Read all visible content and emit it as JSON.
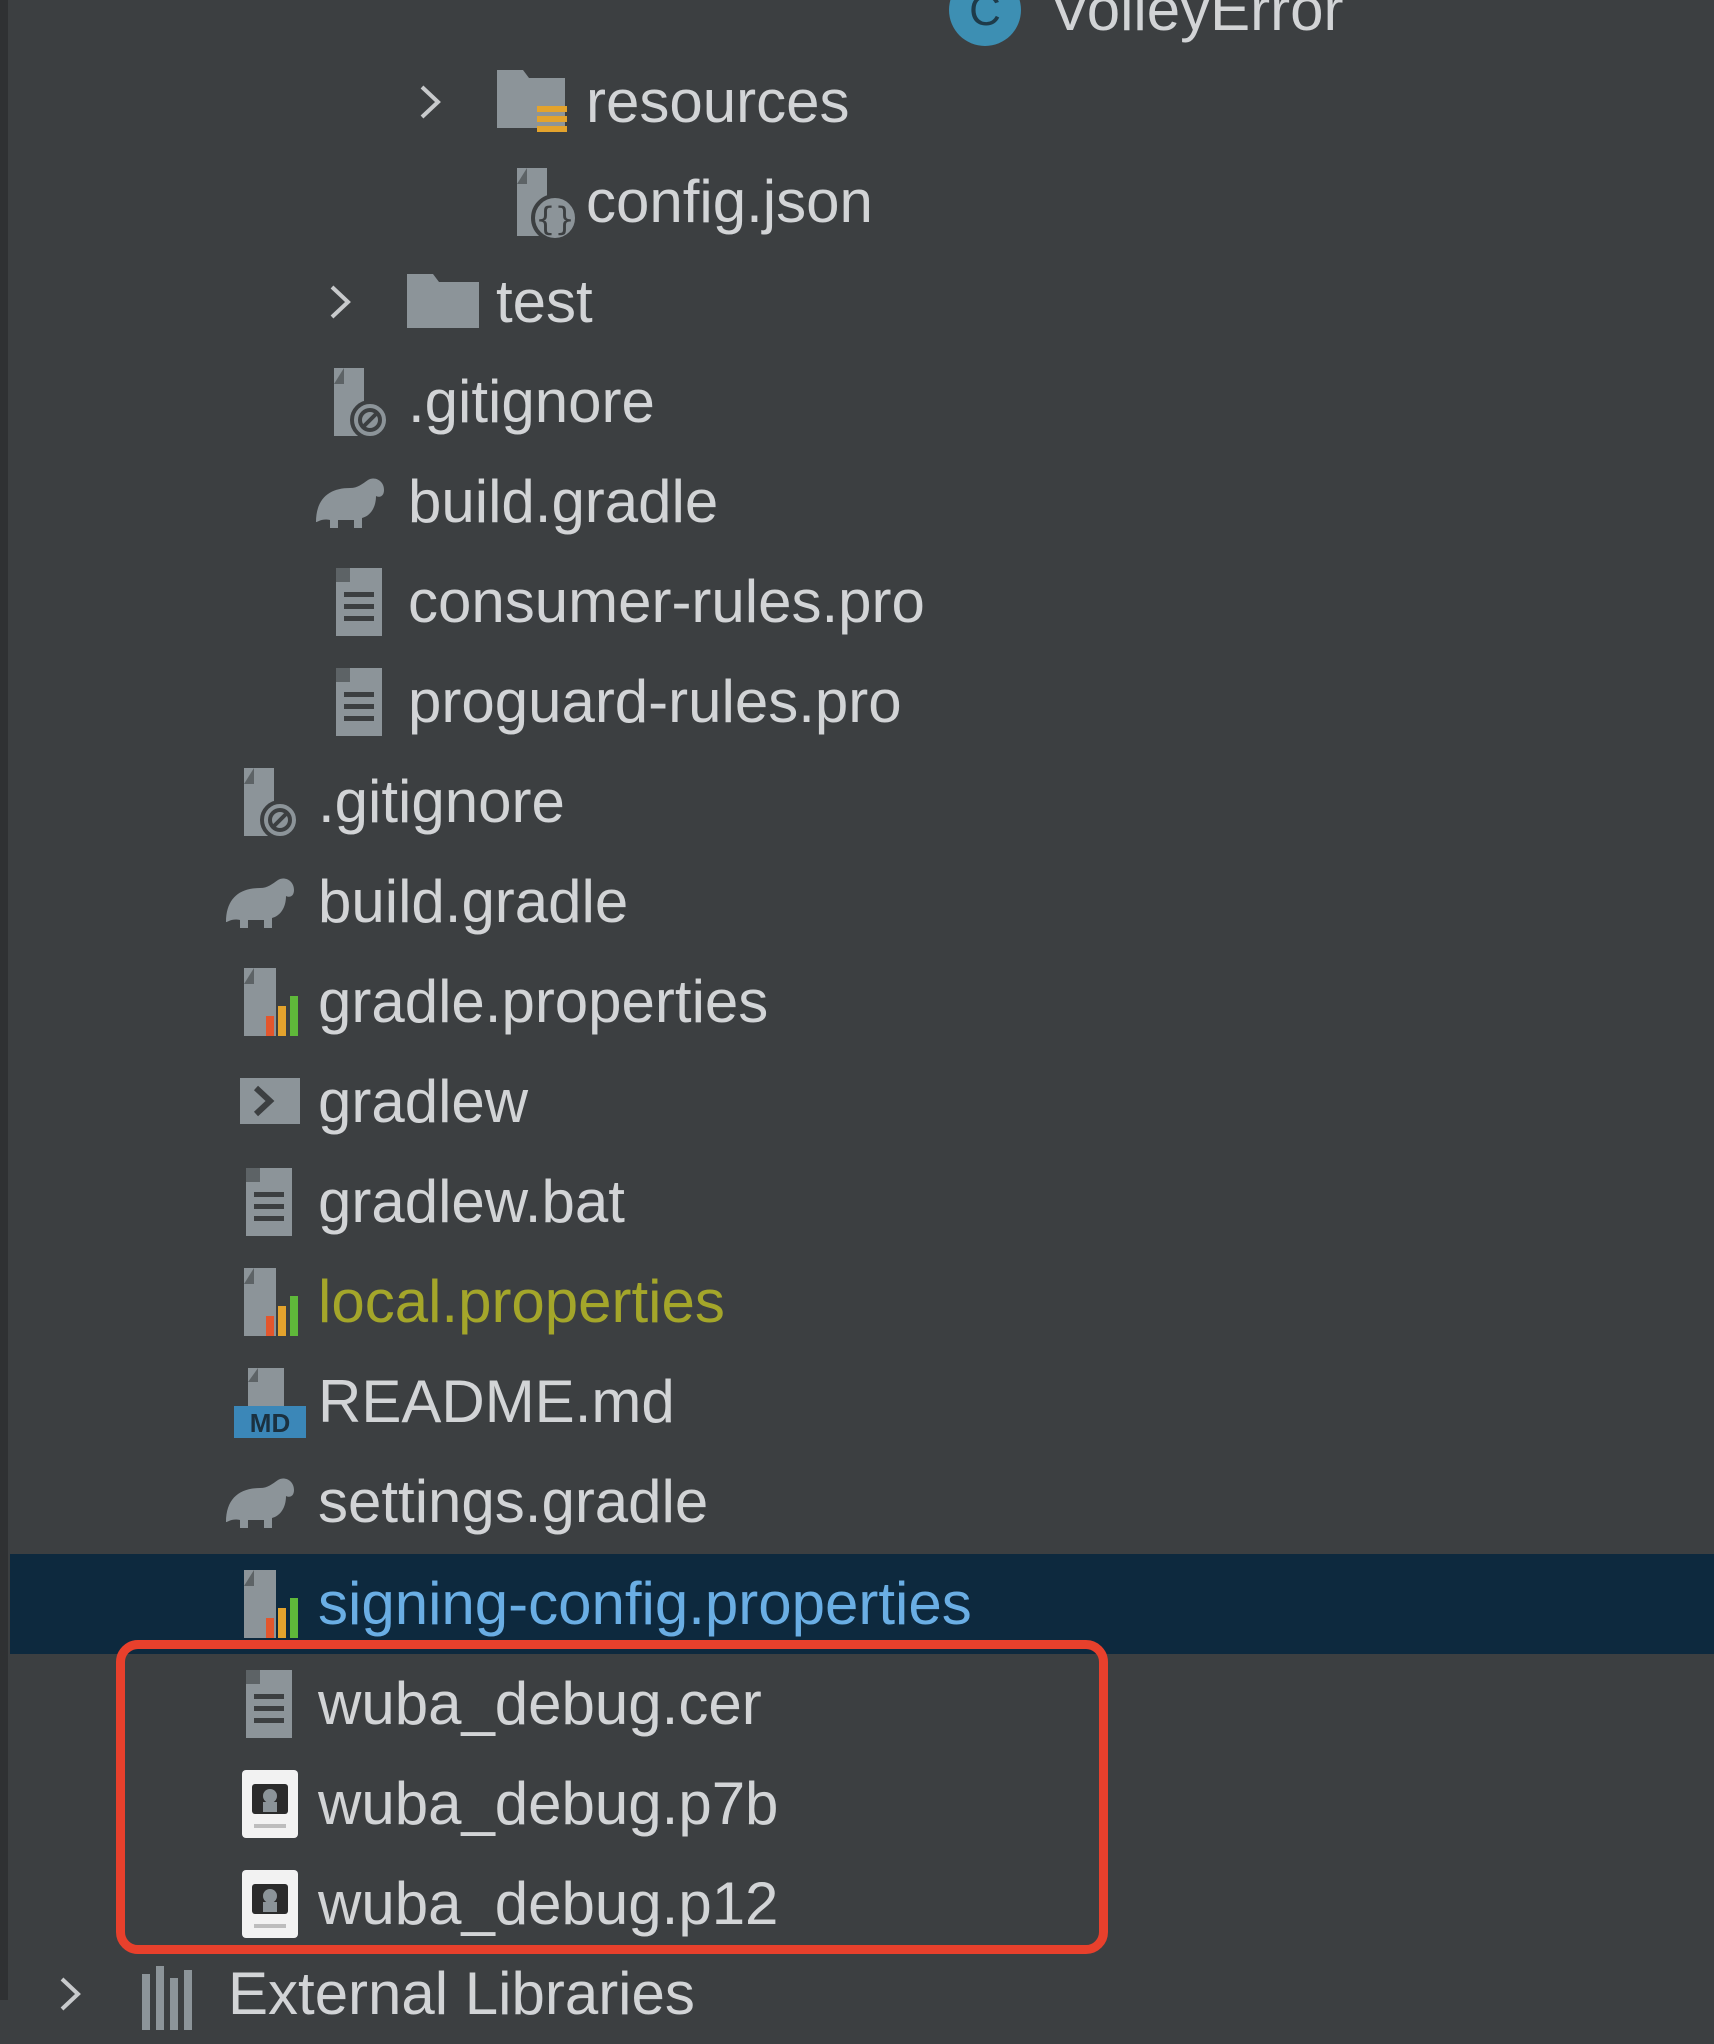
{
  "tree": {
    "top_partial": {
      "label": "VolleyError",
      "icon": "class-icon"
    },
    "items": [
      {
        "label": "resources",
        "icon": "resources-folder-icon",
        "expandable": true
      },
      {
        "label": "config.json",
        "icon": "json-file-icon"
      },
      {
        "label": "test",
        "icon": "folder-icon",
        "expandable": true
      },
      {
        "label": ".gitignore",
        "icon": "gitignore-file-icon"
      },
      {
        "label": "build.gradle",
        "icon": "gradle-icon"
      },
      {
        "label": "consumer-rules.pro",
        "icon": "text-file-icon"
      },
      {
        "label": "proguard-rules.pro",
        "icon": "text-file-icon"
      },
      {
        "label": ".gitignore",
        "icon": "gitignore-file-icon"
      },
      {
        "label": "build.gradle",
        "icon": "gradle-icon"
      },
      {
        "label": "gradle.properties",
        "icon": "properties-file-icon"
      },
      {
        "label": "gradlew",
        "icon": "shell-script-icon"
      },
      {
        "label": "gradlew.bat",
        "icon": "text-file-icon"
      },
      {
        "label": "local.properties",
        "icon": "properties-file-icon",
        "status": "modified"
      },
      {
        "label": "README.md",
        "icon": "markdown-file-icon"
      },
      {
        "label": "settings.gradle",
        "icon": "gradle-icon"
      },
      {
        "label": "signing-config.properties",
        "icon": "properties-file-icon",
        "selected": true
      },
      {
        "label": "wuba_debug.cer",
        "icon": "text-file-icon"
      },
      {
        "label": "wuba_debug.p7b",
        "icon": "certificate-file-icon"
      },
      {
        "label": "wuba_debug.p12",
        "icon": "certificate-file-icon"
      }
    ],
    "bottom_partial": {
      "label": "External Libraries",
      "icon": "libraries-icon",
      "expandable": true
    }
  },
  "colors": {
    "background": "#3c3f41",
    "text": "#d2d4d6",
    "modified_text": "#a4a62a",
    "selected_row": "#0d293e",
    "selected_text": "#6aaee4",
    "annotation_box": "#e8402c"
  }
}
